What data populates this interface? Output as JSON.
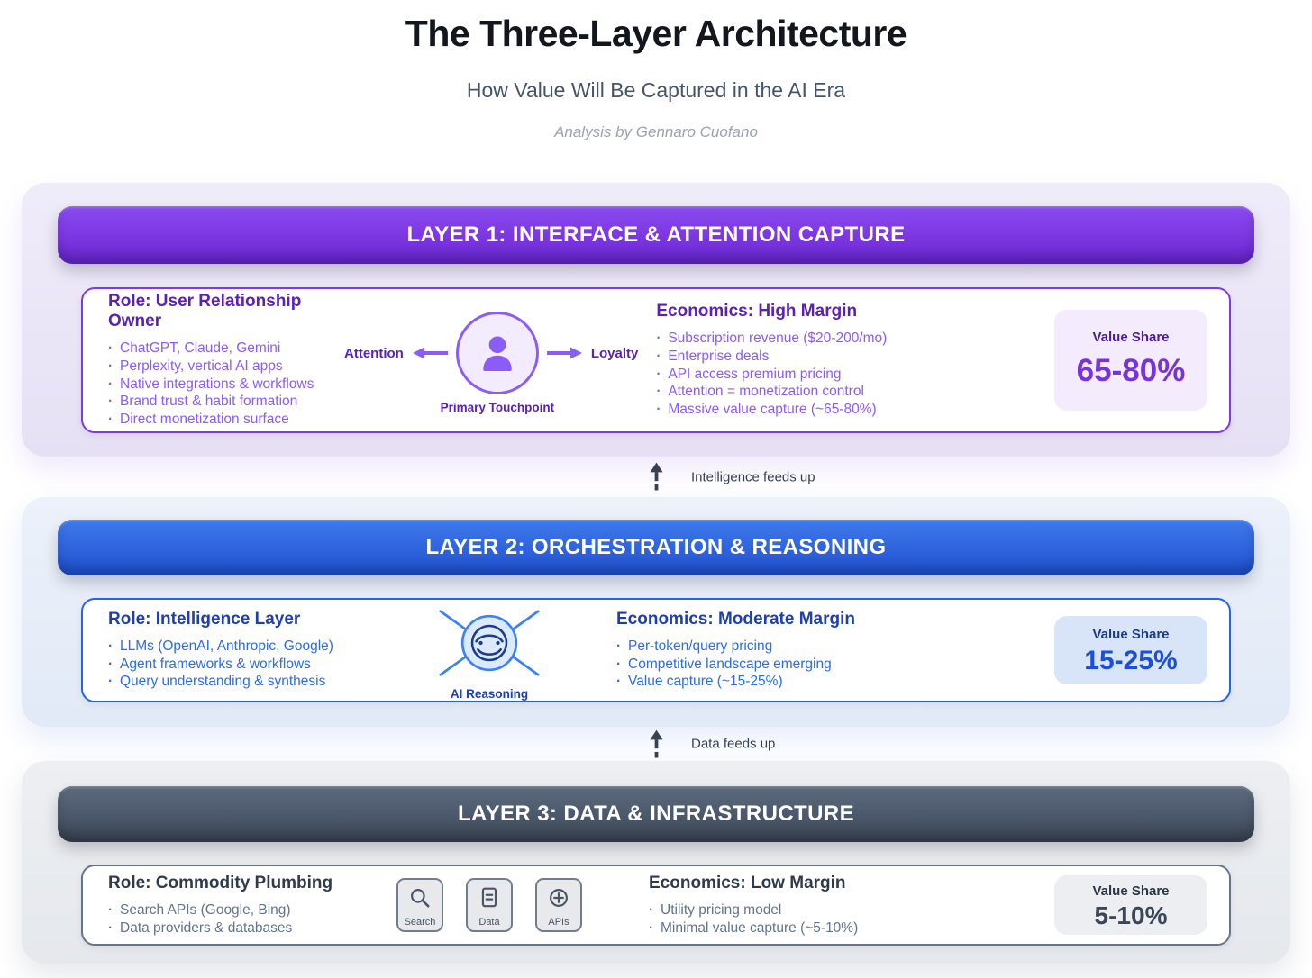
{
  "header": {
    "title": "The Three-Layer Architecture",
    "subtitle": "How Value Will Be Captured in the AI Era",
    "byline": "Analysis by Gennaro Cuofano"
  },
  "connectors": [
    {
      "label": "Intelligence feeds up"
    },
    {
      "label": "Data feeds up"
    }
  ],
  "layers": [
    {
      "banner": "LAYER 1: INTERFACE & ATTENTION CAPTURE",
      "role": {
        "title": "Role: User Relationship Owner",
        "bullets": [
          "ChatGPT, Claude, Gemini",
          "Perplexity, vertical AI apps",
          "Native integrations & workflows",
          "Brand trust & habit formation",
          "Direct monetization surface"
        ]
      },
      "graphic": {
        "icon": "user-icon",
        "left_label": "Attention",
        "right_label": "Loyalty",
        "caption": "Primary Touchpoint"
      },
      "economics": {
        "title": "Economics: High Margin",
        "bullets": [
          "Subscription revenue ($20-200/mo)",
          "Enterprise deals",
          "API access premium pricing",
          "Attention = monetization control",
          "Massive value capture (~65-80%)"
        ]
      },
      "value_share": {
        "label": "Value Share",
        "value": "65-80%"
      },
      "theme": {
        "accent": "#7c3aed",
        "banner_top": "#8a4bf0",
        "banner_bottom": "#6526cc",
        "panel_bg": "#eae5f7",
        "value_bg": "#f4ebfd"
      }
    },
    {
      "banner": "LAYER 2: ORCHESTRATION & REASONING",
      "role": {
        "title": "Role: Intelligence Layer",
        "bullets": [
          "LLMs (OpenAI, Anthropic, Google)",
          "Agent frameworks & workflows",
          "Query understanding & synthesis"
        ]
      },
      "graphic": {
        "icon": "ai-reasoning-icon",
        "caption": "AI Reasoning"
      },
      "economics": {
        "title": "Economics: Moderate Margin",
        "bullets": [
          "Per-token/query pricing",
          "Competitive landscape emerging",
          "Value capture (~15-25%)"
        ]
      },
      "value_share": {
        "label": "Value Share",
        "value": "15-25%"
      },
      "theme": {
        "accent": "#2563eb",
        "banner_top": "#3f79ec",
        "banner_bottom": "#1d4ec9",
        "panel_bg": "#e7edf8",
        "value_bg": "#d8e5f8"
      }
    },
    {
      "banner": "LAYER 3: DATA & INFRASTRUCTURE",
      "role": {
        "title": "Role: Commodity Plumbing",
        "bullets": [
          "Search APIs (Google, Bing)",
          "Data providers & databases"
        ]
      },
      "icon_boxes": [
        {
          "icon": "search-icon",
          "label": "Search"
        },
        {
          "icon": "document-icon",
          "label": "Data"
        },
        {
          "icon": "circle-plus-icon",
          "label": "APIs"
        }
      ],
      "economics": {
        "title": "Economics: Low Margin",
        "bullets": [
          "Utility pricing model",
          "Minimal value capture (~5-10%)"
        ]
      },
      "value_share": {
        "label": "Value Share",
        "value": "5-10%"
      },
      "theme": {
        "accent": "#64748b",
        "banner_top": "#5d6b7e",
        "banner_bottom": "#39424f",
        "panel_bg": "#e9ebee",
        "value_bg": "#eceef1"
      }
    }
  ]
}
